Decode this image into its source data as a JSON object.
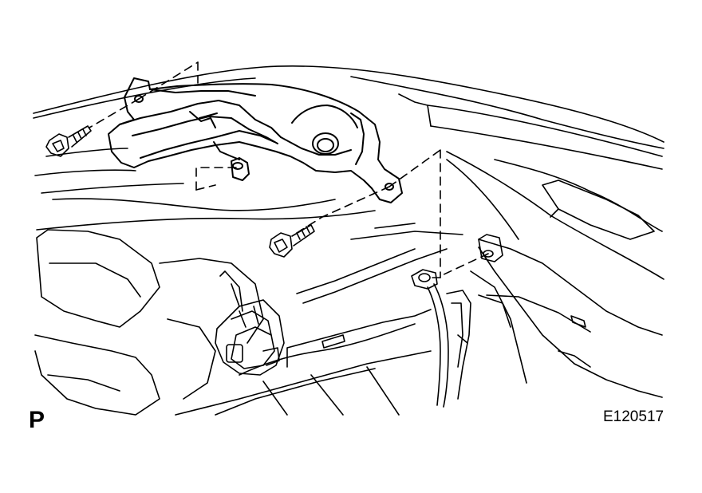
{
  "corner_label": "P",
  "figure_code": "E120517",
  "parts": [
    {
      "name": "bracket",
      "icon": "bracket-icon"
    },
    {
      "name": "bolt",
      "icon": "bolt-icon"
    },
    {
      "name": "bolt",
      "icon": "bolt-icon"
    },
    {
      "name": "clip-connector",
      "icon": "connector-icon"
    }
  ]
}
